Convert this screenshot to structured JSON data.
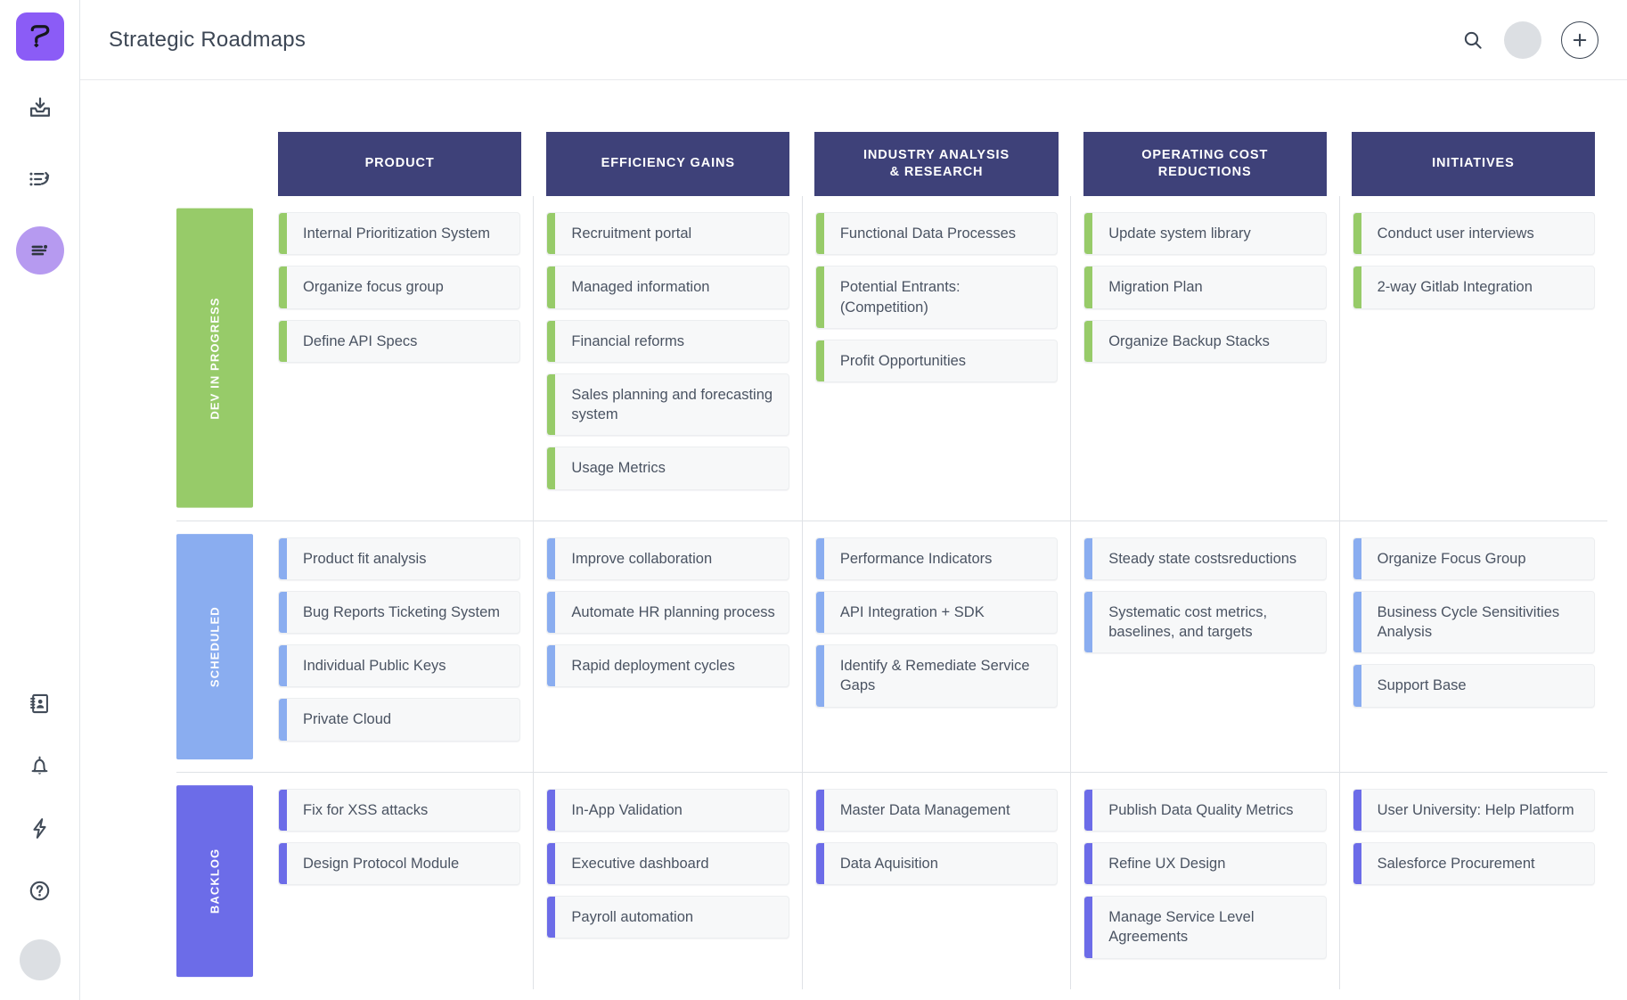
{
  "colors": {
    "accent_purple": "#8b5cf6",
    "header_navy": "#3e4179",
    "dev_green": "#97cb69",
    "scheduled_blue": "#8aadf0",
    "backlog_indigo": "#6c6ce8",
    "card_bg": "#f7f8f9",
    "text_dark": "#4a5362"
  },
  "rail": {
    "logo_icon": "squiggle-logo-icon",
    "items": [
      {
        "icon": "inbox-download-icon",
        "active": false
      },
      {
        "icon": "list-undo-icon",
        "active": false
      },
      {
        "icon": "roadmap-lines-icon",
        "active": true
      }
    ],
    "bottom_items": [
      {
        "icon": "contacts-book-icon"
      },
      {
        "icon": "bell-icon"
      },
      {
        "icon": "lightning-bolt-icon"
      },
      {
        "icon": "help-circle-icon"
      }
    ],
    "avatar": "user-avatar"
  },
  "header": {
    "title": "Strategic Roadmaps",
    "search_icon": "search-icon",
    "avatar": "user-avatar",
    "add_label": "+"
  },
  "board": {
    "columns": [
      {
        "id": "product",
        "label": "PRODUCT"
      },
      {
        "id": "efficiency",
        "label": "EFFICIENCY GAINS"
      },
      {
        "id": "industry",
        "label": "INDUSTRY ANALYSIS\n& RESEARCH"
      },
      {
        "id": "opcost",
        "label": "OPERATING COST\nREDUCTIONS"
      },
      {
        "id": "initiatives",
        "label": "INITIATIVES"
      }
    ],
    "rows": [
      {
        "id": "dev",
        "label": "DEV IN PROGRESS",
        "color": "#97cb69",
        "cells": [
          [
            "Internal Prioritization System",
            "Organize focus group",
            "Define API Specs"
          ],
          [
            "Recruitment portal",
            "Managed information",
            "Financial reforms",
            "Sales planning and forecasting system",
            "Usage Metrics"
          ],
          [
            "Functional Data Processes",
            "Potential Entrants: (Competition)",
            "Profit Opportunities"
          ],
          [
            "Update system library",
            "Migration Plan",
            "Organize Backup Stacks"
          ],
          [
            "Conduct user interviews",
            "2-way Gitlab Integration"
          ]
        ]
      },
      {
        "id": "scheduled",
        "label": "SCHEDULED",
        "color": "#8aadf0",
        "cells": [
          [
            "Product fit analysis",
            "Bug Reports Ticketing System",
            "Individual Public Keys",
            "Private Cloud"
          ],
          [
            "Improve collaboration",
            "Automate HR planning process",
            "Rapid deployment cycles"
          ],
          [
            "Performance Indicators",
            "API Integration + SDK",
            "Identify & Remediate Service Gaps"
          ],
          [
            "Steady state costsreductions",
            "Systematic cost metrics, baselines, and targets"
          ],
          [
            "Organize Focus Group",
            "Business Cycle Sensitivities Analysis",
            "Support Base"
          ]
        ]
      },
      {
        "id": "backlog",
        "label": "BACKLOG",
        "color": "#6c6ce8",
        "cells": [
          [
            "Fix for XSS attacks",
            "Design Protocol Module"
          ],
          [
            "In-App Validation",
            "Executive dashboard",
            "Payroll automation"
          ],
          [
            "Master Data Management",
            "Data Aquisition"
          ],
          [
            "Publish Data Quality Metrics",
            "Refine UX Design",
            "Manage Service Level Agreements"
          ],
          [
            "User University: Help Platform",
            "Salesforce Procurement"
          ]
        ]
      }
    ]
  }
}
